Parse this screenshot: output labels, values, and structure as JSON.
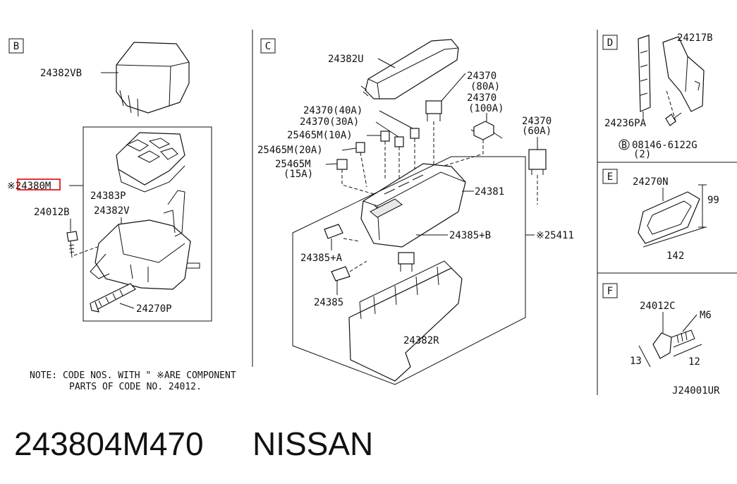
{
  "sections": {
    "b": "B",
    "c": "C",
    "d": "D",
    "e": "E",
    "f": "F"
  },
  "labels": {
    "p24382VB": "24382VB",
    "p24380M": "※24380M",
    "p24383P": "24383P",
    "p24012B": "24012B",
    "p24382V": "24382V",
    "p24270P": "24270P",
    "p24382U": "24382U",
    "p24370_40A": "24370(40A)",
    "p24370_30A": "24370(30A)",
    "p25465M_10A": "25465M(10A)",
    "p25465M_20A": "25465M(20A)",
    "p25465M": "25465M",
    "p15A": "(15A)",
    "p24370a": "24370",
    "p80A": "(80A)",
    "p24370b": "24370",
    "p100A": "(100A)",
    "p24370c": "24370",
    "p60A": "(60A)",
    "p24381": "24381",
    "p24385B": "24385+B",
    "p25411": "※25411",
    "p24385A": "24385+A",
    "p24385": "24385",
    "p24382R": "24382R",
    "p24217B": "24217B",
    "p24236PA": "24236PA",
    "p08146": "08146-6122G",
    "p08146_qty": "(2)",
    "p24270N": "24270N",
    "dim99": "99",
    "dim142": "142",
    "p24012C": "24012C",
    "dimM6": "M6",
    "dim13": "13",
    "dim12": "12",
    "bolt_b": "B"
  },
  "note": {
    "line1": "NOTE: CODE NOS. WITH \"  ※ARE COMPONENT",
    "line2": "PARTS OF CODE NO. 24012."
  },
  "diagram_code": "J24001UR",
  "footer": {
    "part_number": "243804M470",
    "brand": "NISSAN"
  },
  "highlight_color": "#e00000"
}
